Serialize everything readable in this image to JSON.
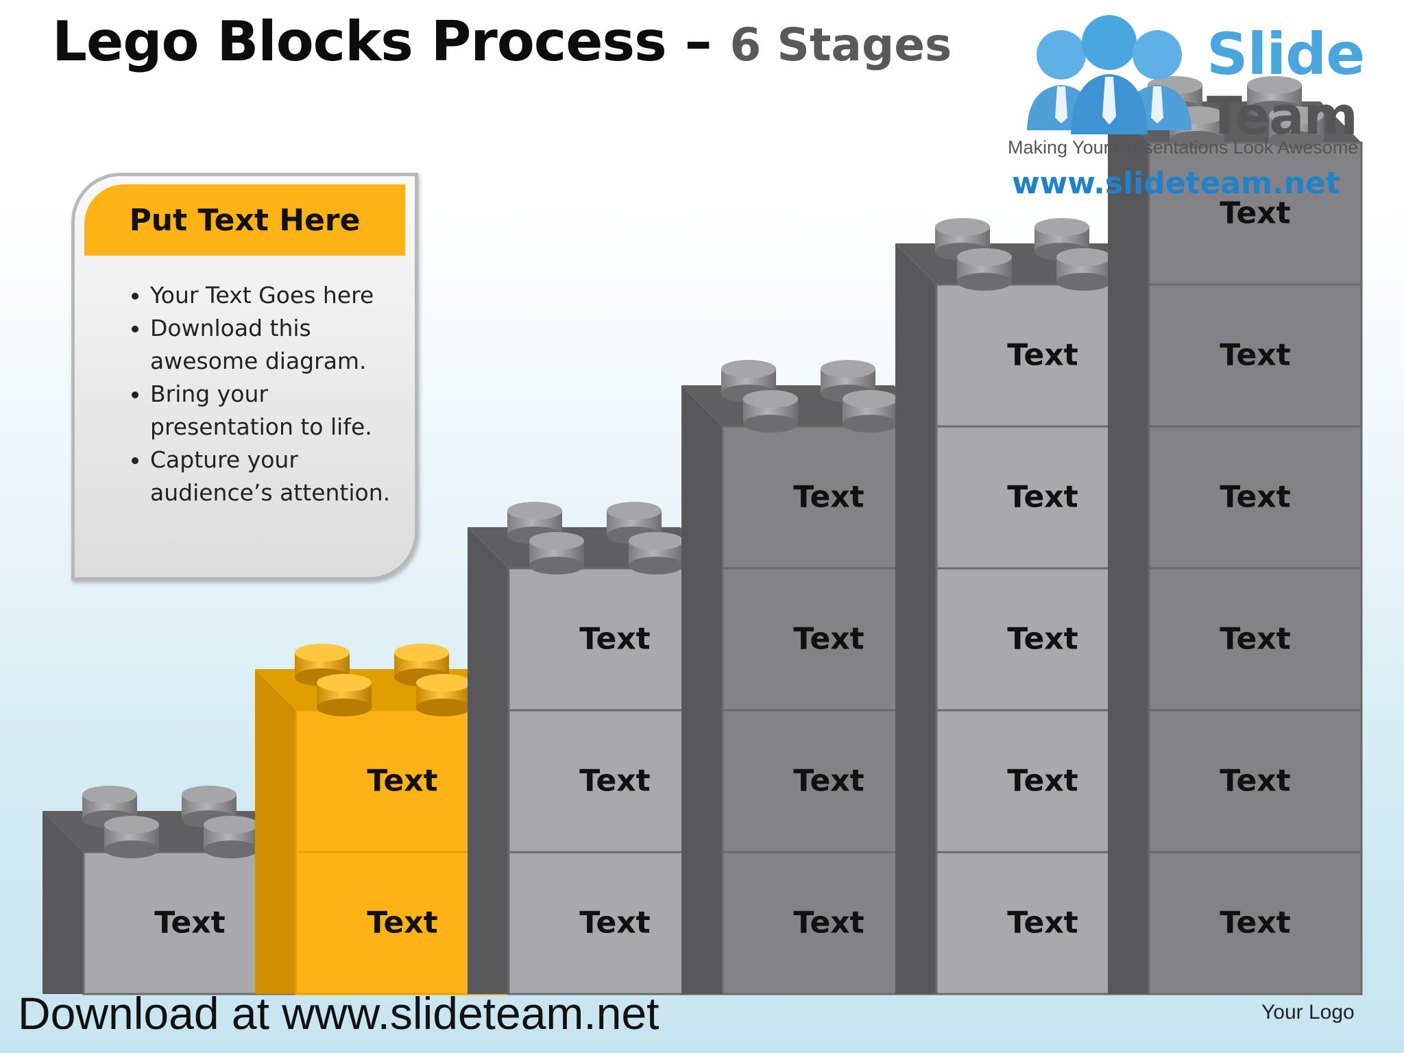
{
  "title": {
    "main": "Lego Blocks Process",
    "dash": " – ",
    "sub": "6 Stages"
  },
  "panel": {
    "header": "Put Text Here",
    "bullets": [
      "Your Text Goes here",
      "Download this awesome diagram.",
      "Bring your presentation to life.",
      "Capture your audience’s attention."
    ]
  },
  "logo": {
    "word1": "Slide",
    "word2": "Team",
    "tagline": "Making Your Presentations Look Awesome",
    "url": "www.slideteam.net"
  },
  "colors": {
    "highlight": "#fdb315",
    "light_gray": "#a9a9ab",
    "dark_gray": "#838387"
  },
  "columns": [
    {
      "stage": 1,
      "highlighted": false,
      "cells": [
        "Text"
      ]
    },
    {
      "stage": 2,
      "highlighted": true,
      "cells": [
        "Text",
        "Text"
      ]
    },
    {
      "stage": 3,
      "highlighted": false,
      "cells": [
        "Text",
        "Text",
        "Text"
      ]
    },
    {
      "stage": 4,
      "highlighted": false,
      "cells": [
        "Text",
        "Text",
        "Text",
        "Text"
      ]
    },
    {
      "stage": 5,
      "highlighted": false,
      "cells": [
        "Text",
        "Text",
        "Text",
        "Text",
        "Text"
      ]
    },
    {
      "stage": 6,
      "highlighted": false,
      "cells": [
        "Text",
        "Text",
        "Text",
        "Text",
        "Text",
        "Text"
      ]
    }
  ],
  "footer": {
    "download": "Download at www.slideteam.net",
    "your_logo": "Your Logo"
  }
}
